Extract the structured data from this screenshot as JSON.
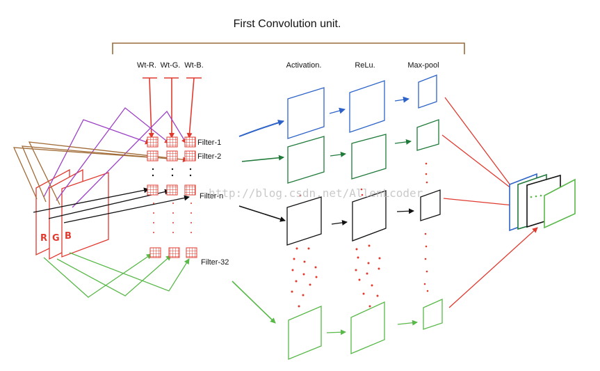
{
  "title": "First Convolution unit.",
  "weights": [
    "Wt-R.",
    "Wt-G.",
    "Wt-B."
  ],
  "stage_labels": [
    "Activation.",
    "ReLu.",
    "Max-pool"
  ],
  "filters": [
    "Filter-1",
    "Filter-2",
    "Filter-n",
    "Filter-32"
  ],
  "channels": [
    "R",
    "G",
    "B"
  ],
  "watermark": "http://blog.csdn.net/AllenLcoder",
  "colors": {
    "bracket": "#9a6a3a",
    "red": "#e03a2f",
    "blue": "#2d63c8",
    "dark_green": "#1f7a3a",
    "light_green": "#58b848",
    "purple": "#9b3fc4",
    "brown": "#a06a35",
    "black": "#111111"
  }
}
